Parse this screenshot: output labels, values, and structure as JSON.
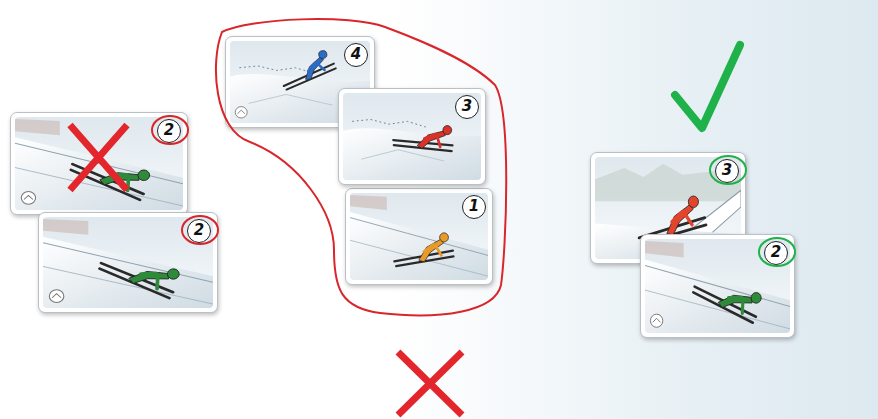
{
  "diagram": {
    "nodes": [
      {
        "text": [
          "2"
        ]
      },
      {
        "text": [
          "2"
        ]
      },
      {
        "text": [
          "4"
        ]
      },
      {
        "text": [
          "3"
        ]
      },
      {
        "text": [
          "1"
        ]
      },
      {
        "text": [
          "3"
        ]
      },
      {
        "text": [
          "2"
        ]
      }
    ]
  }
}
